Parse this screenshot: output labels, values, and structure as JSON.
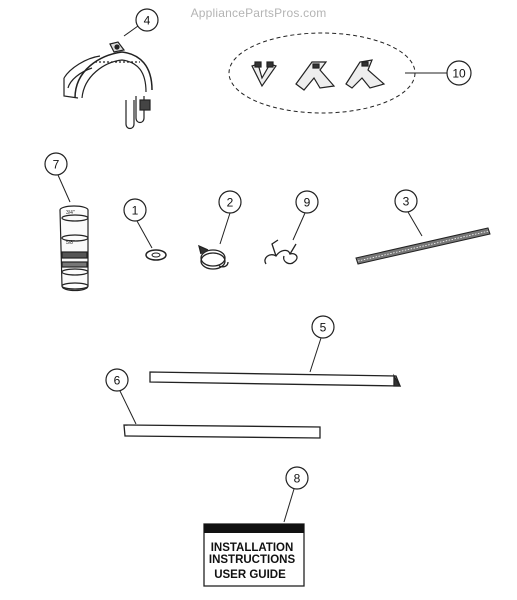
{
  "watermark": "AppliancePartsPros.com",
  "callouts": {
    "c1": "1",
    "c2": "2",
    "c3": "3",
    "c4": "4",
    "c5": "5",
    "c6": "6",
    "c7": "7",
    "c8": "8",
    "c9": "9",
    "c10": "10"
  },
  "manual": {
    "line1": "INSTALLATION",
    "line2": "INSTRUCTIONS",
    "line3": "USER GUIDE"
  },
  "hose_labels": {
    "upper": "3/4\"",
    "lower": "5/8\""
  }
}
